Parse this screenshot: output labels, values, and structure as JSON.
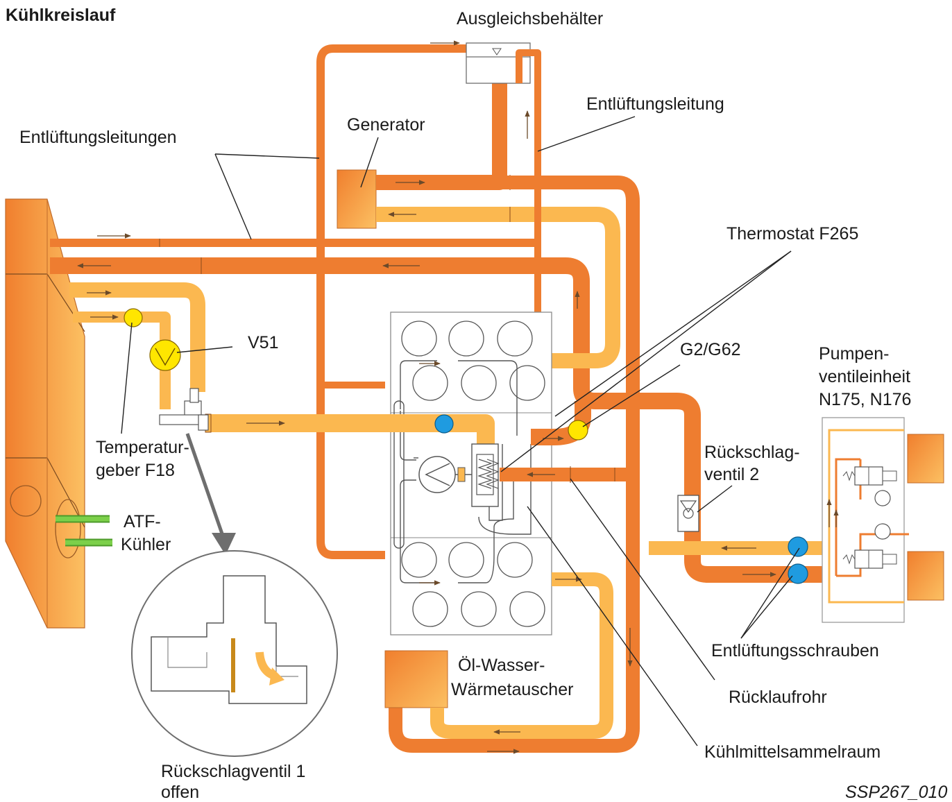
{
  "title": "Kühlkreislauf",
  "reference": "SSP267_010",
  "labels": {
    "expansion_tank": "Ausgleichsbehälter",
    "vent_line": "Entlüftungsleitung",
    "vent_lines": "Entlüftungsleitungen",
    "generator": "Generator",
    "thermostat": "Thermostat F265",
    "v51": "V51",
    "g2_g62": "G2/G62",
    "temp_sensor_1": "Temperatur-",
    "temp_sensor_2": "geber F18",
    "check_valve_2_a": "Rückschlag-",
    "check_valve_2_b": "ventil 2",
    "pump_unit_1": "Pumpen-",
    "pump_unit_2": "ventileinheit",
    "pump_unit_3": "N175, N176",
    "atf_1": "ATF-",
    "atf_2": "Kühler",
    "oil_hex_1": "Öl-Wasser-",
    "oil_hex_2": "Wärmetauscher",
    "bleed_screws": "Entlüftungsschrauben",
    "return_pipe": "Rücklaufrohr",
    "collector": "Kühlmittelsammelraum",
    "check_valve_1_a": "Rückschlagventil 1",
    "check_valve_1_b": "offen"
  },
  "colors": {
    "hot_coolant": "#ee7d30",
    "cold_coolant": "#fbb850",
    "sensor": "#ffe600",
    "bleed_screw": "#1f9be0",
    "atf_pipe": "#6cbf3c"
  }
}
